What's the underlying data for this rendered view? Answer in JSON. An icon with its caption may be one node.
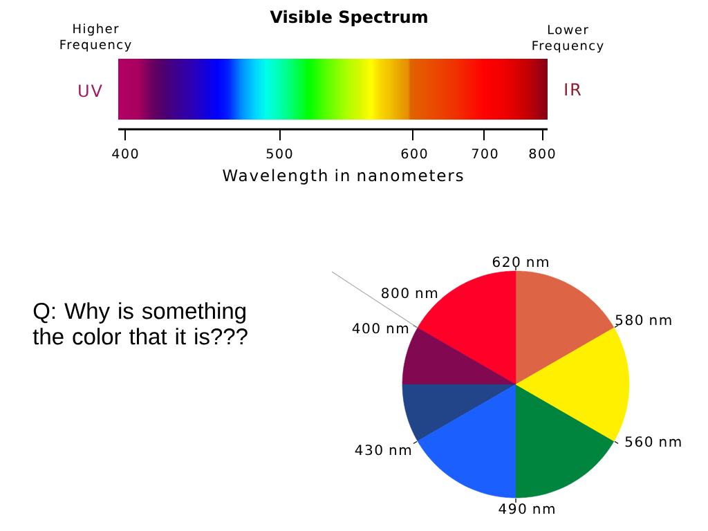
{
  "diagram": {
    "title": "Visible Spectrum",
    "labels": [
      "Higher Frequency",
      "Lower Frequency",
      "UV",
      "IR",
      "400",
      "500",
      "600",
      "700",
      "800",
      "Wavelength in nanometers",
      "620 nm",
      "800 nm",
      "Q: Why is something the color that it is???",
      "580 nm",
      "400 nm",
      "560 nm",
      "430 nm",
      "490 nm"
    ]
  }
}
